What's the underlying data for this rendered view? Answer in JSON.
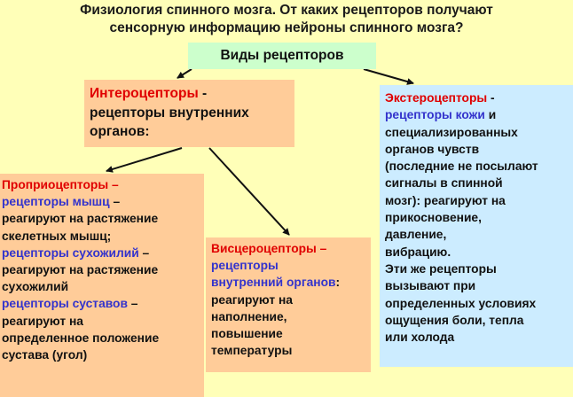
{
  "title": {
    "line1": "Физиология спинного мозга. От каких рецепторов  получают",
    "line2": "сенсорную информацию нейроны спинного мозга?"
  },
  "types_box": {
    "label": "Виды рецепторов"
  },
  "intero": {
    "heading": "Интероцепторы",
    "heading_suffix": " -",
    "lines": [
      "рецепторы внутренних",
      "органов:"
    ]
  },
  "extero": {
    "heading": "Экстероцепторы",
    "heading_suffix": " -",
    "skin": "рецепторы кожи",
    "skin_suffix": " и",
    "lines": [
      "специализированных",
      "органов чувств",
      "(последние не посылают",
      "сигналы в спинной",
      "мозг): реагируют на",
      "прикосновение,",
      "давление,",
      "вибрацию.",
      "Эти же рецепторы",
      "вызывают при",
      "определенных условиях",
      "ощущения боли, тепла",
      "или холода"
    ]
  },
  "proprio": {
    "heading": "Проприоцепторы –",
    "muscle": "рецепторы мышц",
    "muscle_suffix": " –",
    "muscle_lines": [
      "реагируют на растяжение",
      "скелетных мышц;"
    ],
    "tendon": "рецепторы сухожилий",
    "tendon_suffix": " –",
    "tendon_lines": [
      "реагируют на растяжение",
      "сухожилий"
    ],
    "joint": "рецепторы суставов",
    "joint_suffix": " –",
    "joint_lines": [
      "реагируют на",
      "определенное положение",
      "сустава (угол)"
    ]
  },
  "viscero": {
    "heading": "Висцероцепторы –",
    "blue_lines": [
      "рецепторы",
      "внутренний органов"
    ],
    "blue_suffix": ":",
    "lines": [
      "реагируют на",
      "наполнение,",
      "повышение",
      "температуры"
    ]
  },
  "colors": {
    "background": "#FFFFB8",
    "heading_red": "#E00000",
    "highlight_blue": "#3333CC",
    "box_orange": "#FFCC99",
    "box_green": "#CCFFCC",
    "box_blue": "#CCECFF"
  }
}
